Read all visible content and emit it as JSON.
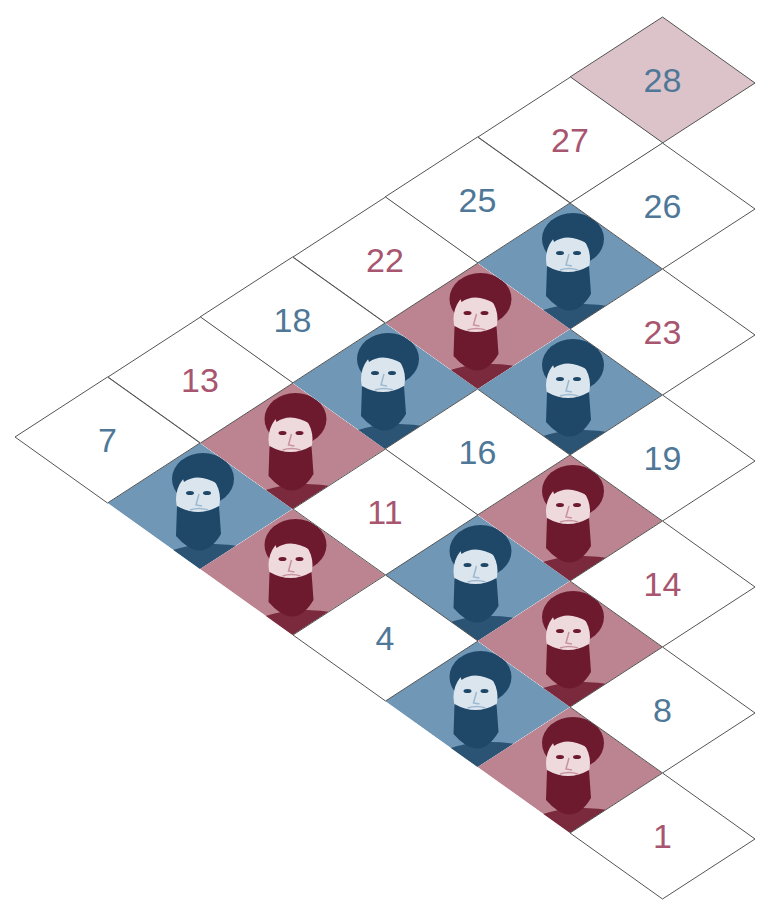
{
  "diagram": {
    "nodes": [
      {
        "text": [
          "28"
        ]
      },
      {
        "text": [
          "27"
        ]
      },
      {
        "text": [
          "25"
        ]
      },
      {
        "text": [
          "26"
        ]
      },
      {
        "text": [
          "22"
        ]
      },
      {
        "text": [
          "18"
        ]
      },
      {
        "text": [
          "23"
        ]
      },
      {
        "text": [
          "13"
        ]
      },
      {
        "text": [
          "7"
        ]
      },
      {
        "text": [
          "16"
        ]
      },
      {
        "text": [
          "19"
        ]
      },
      {
        "text": [
          "11"
        ]
      },
      {
        "text": [
          "14"
        ]
      },
      {
        "text": [
          "4"
        ]
      },
      {
        "text": [
          "8"
        ]
      },
      {
        "text": [
          "1"
        ]
      }
    ]
  }
}
